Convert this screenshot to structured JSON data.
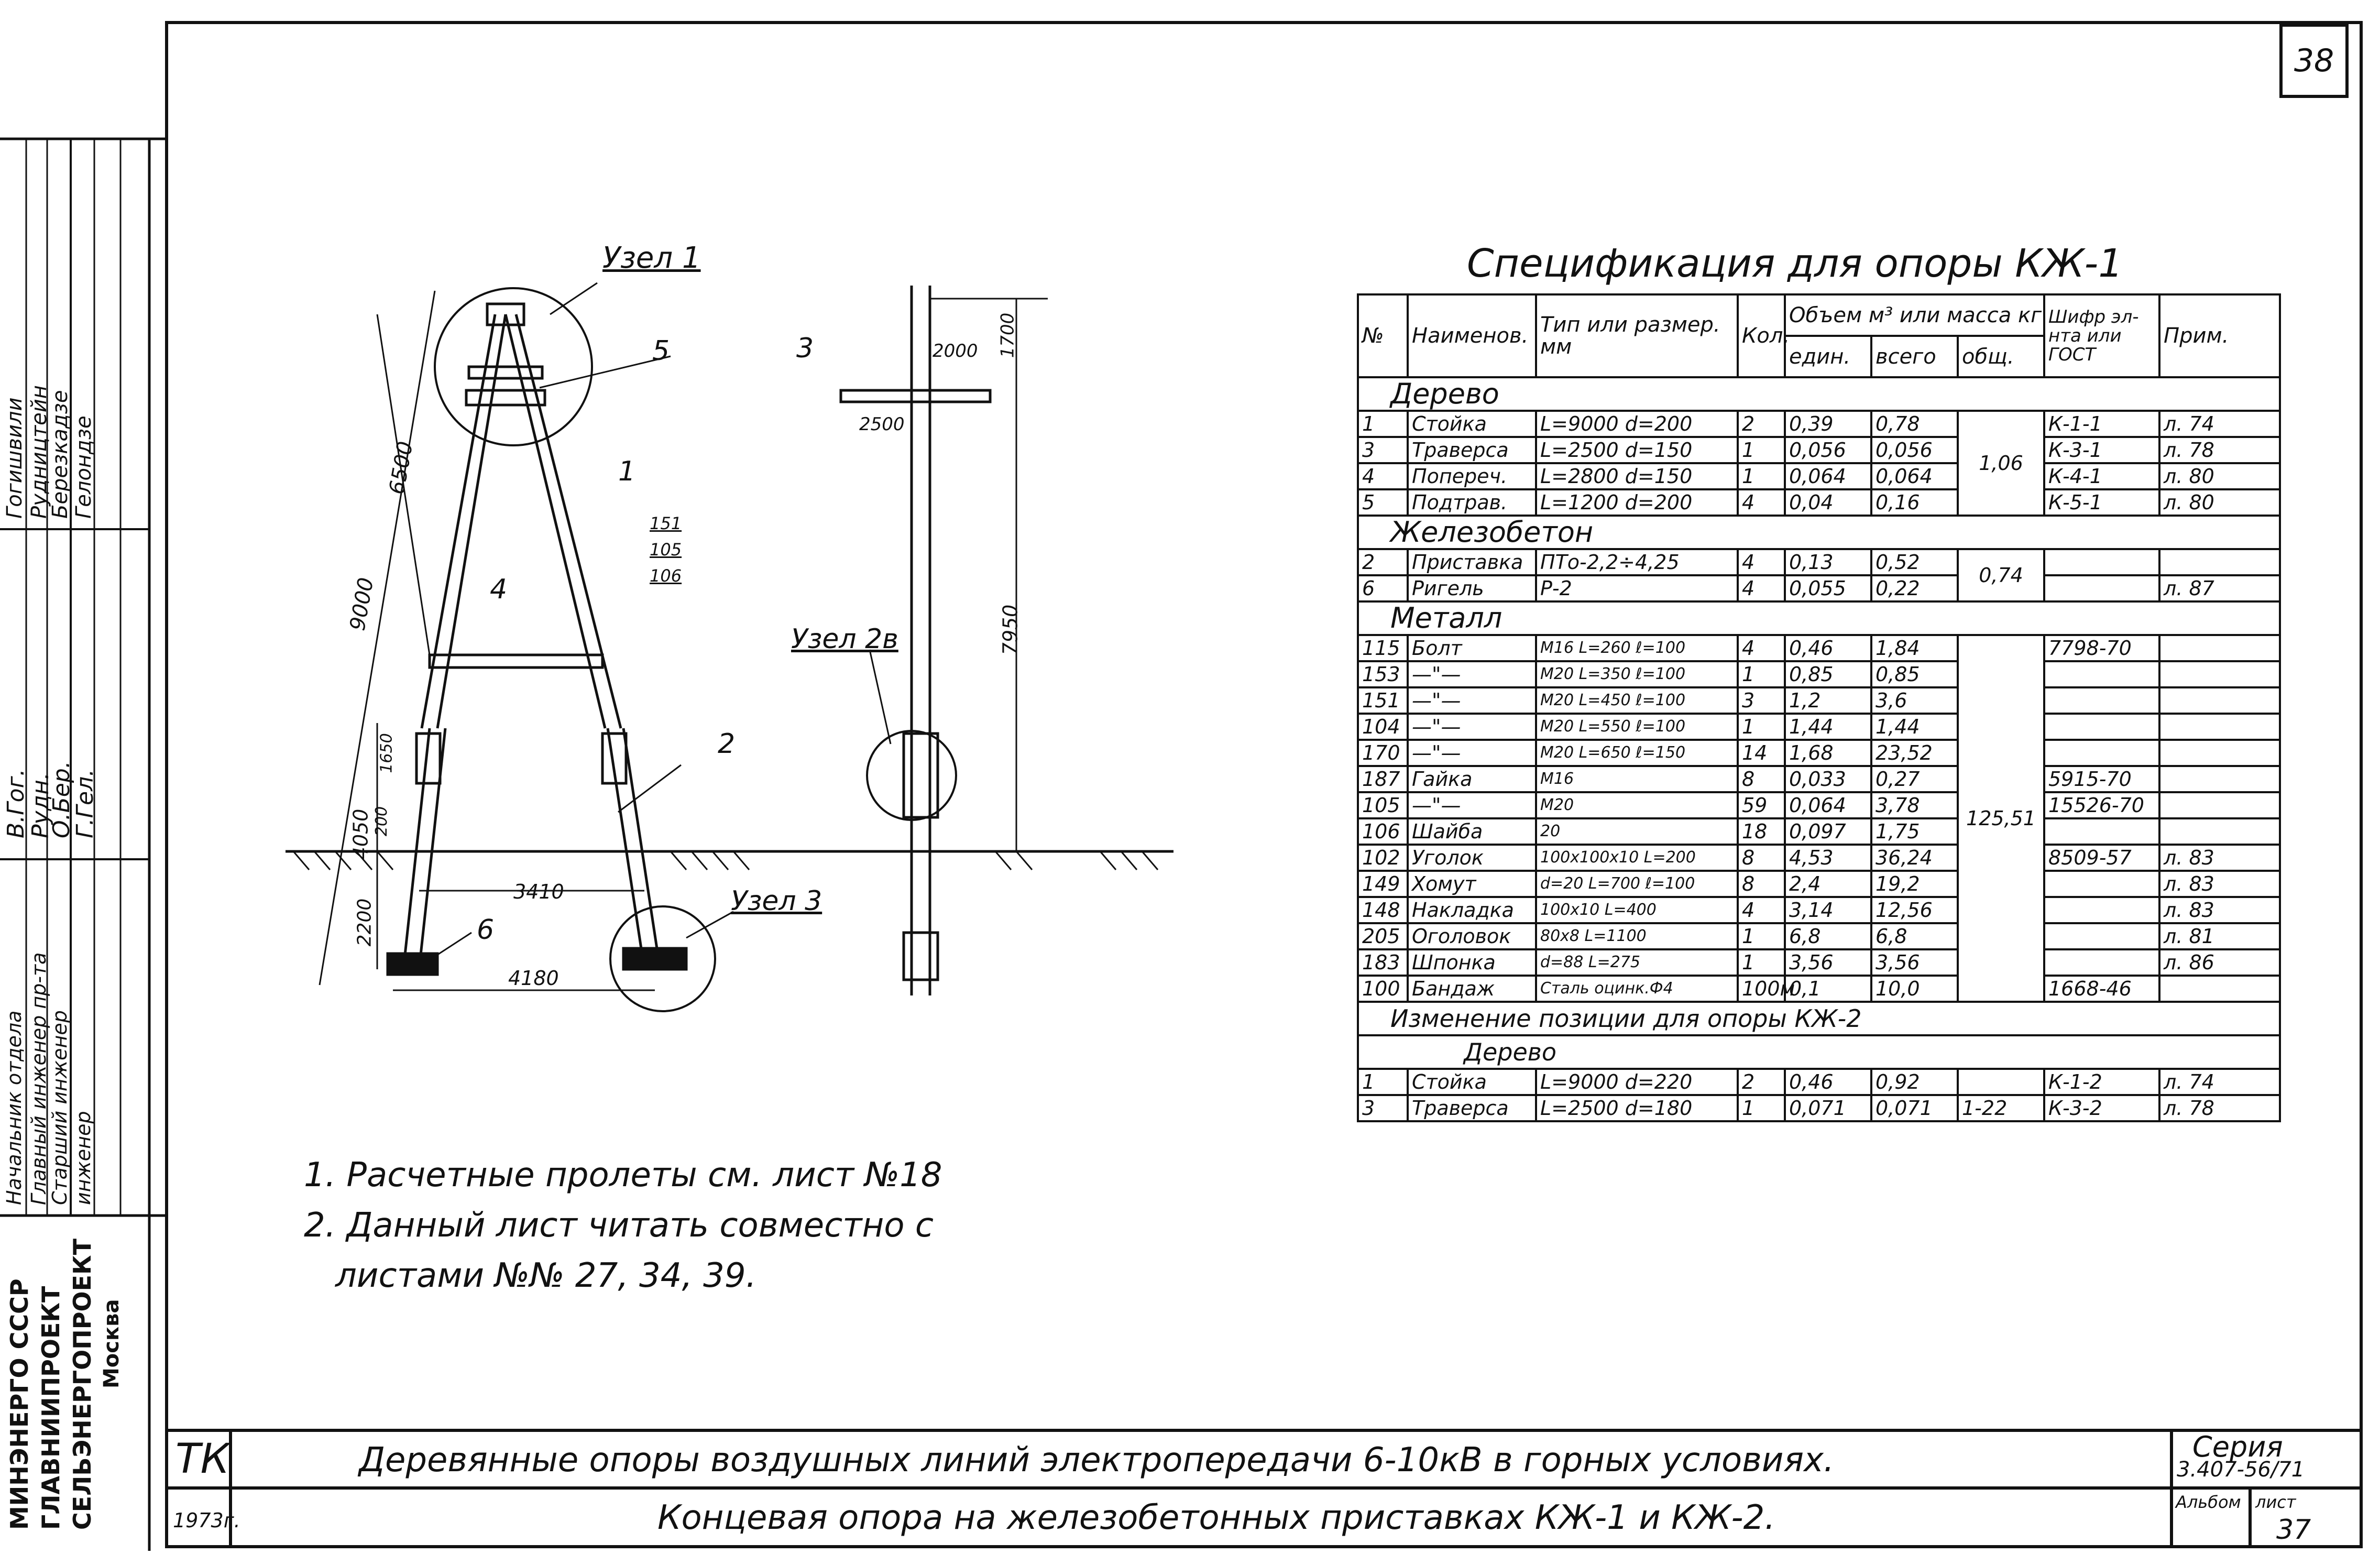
{
  "sheet_number": "38",
  "spec_title": "Спецификация для опоры КЖ-1",
  "spec_headers": {
    "no": "№",
    "name": "Наименов.",
    "type": "Тип или размер. мм",
    "qty": "Кол.",
    "volume_group": "Объем м³ или масса кг",
    "unit": "един.",
    "total": "всего",
    "overall": "общ.",
    "code": "Шифр эл-нта или ГОСТ",
    "note": "Прим."
  },
  "sections": {
    "wood": "Дерево",
    "concrete": "Железобетон",
    "metal": "Металл",
    "change": "Изменение позиции для опоры КЖ-2",
    "wood2": "Дерево"
  },
  "wood_rows": [
    {
      "no": "1",
      "name": "Стойка",
      "type": "L=9000 d=200",
      "qty": "2",
      "unit": "0,39",
      "total": "0,78",
      "code": "К-1-1",
      "note": "л. 74"
    },
    {
      "no": "3",
      "name": "Траверса",
      "type": "L=2500 d=150",
      "qty": "1",
      "unit": "0,056",
      "total": "0,056",
      "code": "К-3-1",
      "note": "л. 78"
    },
    {
      "no": "4",
      "name": "Попереч.",
      "type": "L=2800 d=150",
      "qty": "1",
      "unit": "0,064",
      "total": "0,064",
      "code": "К-4-1",
      "note": "л. 80"
    },
    {
      "no": "5",
      "name": "Подтрав.",
      "type": "L=1200 d=200",
      "qty": "4",
      "unit": "0,04",
      "total": "0,16",
      "code": "К-5-1",
      "note": "л. 80"
    }
  ],
  "wood_overall": "1,06",
  "concrete_rows": [
    {
      "no": "2",
      "name": "Приставка",
      "type": "ПТо-2,2÷4,25",
      "qty": "4",
      "unit": "0,13",
      "total": "0,52",
      "code": "",
      "note": ""
    },
    {
      "no": "6",
      "name": "Ригель",
      "type": "Р-2",
      "qty": "4",
      "unit": "0,055",
      "total": "0,22",
      "code": "",
      "note": "л. 87"
    }
  ],
  "concrete_overall": "0,74",
  "metal_rows": [
    {
      "no": "115",
      "name": "Болт",
      "type": "М16 L=260 ℓ=100",
      "qty": "4",
      "unit": "0,46",
      "total": "1,84",
      "code": "7798-70",
      "note": ""
    },
    {
      "no": "153",
      "name": "—\"—",
      "type": "М20 L=350 ℓ=100",
      "qty": "1",
      "unit": "0,85",
      "total": "0,85",
      "code": "",
      "note": ""
    },
    {
      "no": "151",
      "name": "—\"—",
      "type": "М20 L=450 ℓ=100",
      "qty": "3",
      "unit": "1,2",
      "total": "3,6",
      "code": "",
      "note": ""
    },
    {
      "no": "104",
      "name": "—\"—",
      "type": "М20 L=550 ℓ=100",
      "qty": "1",
      "unit": "1,44",
      "total": "1,44",
      "code": "",
      "note": ""
    },
    {
      "no": "170",
      "name": "—\"—",
      "type": "М20 L=650 ℓ=150",
      "qty": "14",
      "unit": "1,68",
      "total": "23,52",
      "code": "",
      "note": ""
    },
    {
      "no": "187",
      "name": "Гайка",
      "type": "М16",
      "qty": "8",
      "unit": "0,033",
      "total": "0,27",
      "code": "5915-70",
      "note": ""
    },
    {
      "no": "105",
      "name": "—\"—",
      "type": "М20",
      "qty": "59",
      "unit": "0,064",
      "total": "3,78",
      "code": "15526-70",
      "note": ""
    },
    {
      "no": "106",
      "name": "Шайба",
      "type": "20",
      "qty": "18",
      "unit": "0,097",
      "total": "1,75",
      "code": "",
      "note": ""
    },
    {
      "no": "102",
      "name": "Уголок",
      "type": "100x100x10 L=200",
      "qty": "8",
      "unit": "4,53",
      "total": "36,24",
      "code": "8509-57",
      "note": "л. 83"
    },
    {
      "no": "149",
      "name": "Хомут",
      "type": "d=20 L=700 ℓ=100",
      "qty": "8",
      "unit": "2,4",
      "total": "19,2",
      "code": "",
      "note": "л. 83"
    },
    {
      "no": "148",
      "name": "Накладка",
      "type": "100x10 L=400",
      "qty": "4",
      "unit": "3,14",
      "total": "12,56",
      "code": "",
      "note": "л. 83"
    },
    {
      "no": "205",
      "name": "Оголовок",
      "type": "80x8 L=1100",
      "qty": "1",
      "unit": "6,8",
      "total": "6,8",
      "code": "",
      "note": "л. 81"
    },
    {
      "no": "183",
      "name": "Шпонка",
      "type": "d=88 L=275",
      "qty": "1",
      "unit": "3,56",
      "total": "3,56",
      "code": "",
      "note": "л. 86"
    },
    {
      "no": "100",
      "name": "Бандаж",
      "type": "Сталь оцинк.Ф4",
      "qty": "100м",
      "unit": "0,1",
      "total": "10,0",
      "code": "1668-46",
      "note": ""
    }
  ],
  "metal_overall": "125,51",
  "change_rows": [
    {
      "no": "1",
      "name": "Стойка",
      "type": "L=9000 d=220",
      "qty": "2",
      "unit": "0,46",
      "total": "0,92",
      "overall": "",
      "code": "К-1-2",
      "note": "л. 74"
    },
    {
      "no": "3",
      "name": "Траверса",
      "type": "L=2500 d=180",
      "qty": "1",
      "unit": "0,071",
      "total": "0,071",
      "overall": "1-22",
      "code": "К-3-2",
      "note": "л. 78"
    }
  ],
  "notes": [
    "1. Расчетные пролеты см. лист №18",
    "2. Данный лист читать совместно с",
    "листами №№ 27, 34, 39."
  ],
  "drawing_labels": {
    "node1": "Узел 1",
    "node2b": "Узел 2в",
    "node3": "Узел 3",
    "dim_9000": "9000",
    "dim_6500": "6500",
    "dim_4050": "4050",
    "dim_2200": "2200",
    "dim_200": "200",
    "dim_1650": "1650",
    "dim_3410": "3410",
    "dim_4180": "4180",
    "dim_2000": "2000",
    "dim_2500": "2500",
    "dim_1700": "1700",
    "dim_7950": "7950",
    "p1": "1",
    "p2": "2",
    "p3": "3",
    "p4": "4",
    "p5": "5",
    "p6": "6",
    "p151": "151",
    "p105": "105",
    "p106": "106"
  },
  "stamp": {
    "org_line1": "МИНЭНЕРГО СССР",
    "org_line2": "ГЛАВНИИПРОЕКТ",
    "org_line3": "СЕЛЬЭНЕРГОПРОЕКТ",
    "org_line4": "Москва",
    "roles": [
      "Начальник отдела",
      "Главный инженер пр-та",
      "Старший инженер",
      "инженер"
    ],
    "names": [
      "Гогишвили",
      "Рудництейн",
      "Березкадзе",
      "Гелондзе"
    ],
    "signatures": [
      "В.Гог.",
      "Рудн.",
      "О.Бер.",
      "Г.Гел."
    ]
  },
  "title_block": {
    "code": "ТК",
    "year": "1973г.",
    "title1": "Деревянные опоры воздушных линий электропередачи 6-10кВ в горных условиях.",
    "title2": "Концевая опора на железобетонных приставках КЖ-1 и КЖ-2.",
    "series_label": "Серия",
    "series_value": "3.407-56/71",
    "album_label": "Альбом",
    "sheet_label": "лист",
    "sheet_value": "37"
  }
}
